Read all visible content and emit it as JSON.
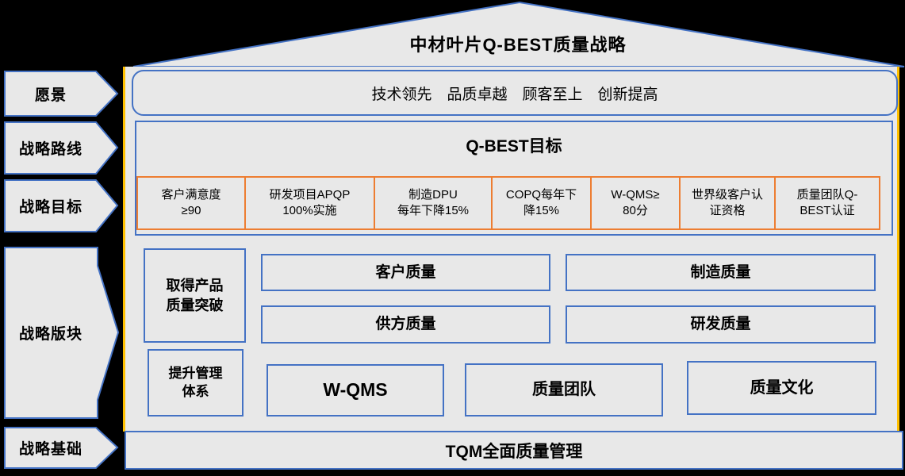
{
  "title": "中材叶片Q-BEST质量战略",
  "sidebar": {
    "items": [
      {
        "label": "愿景"
      },
      {
        "label": "战略路线"
      },
      {
        "label": "战略目标"
      },
      {
        "label": "战略版块"
      },
      {
        "label": "战略基础"
      }
    ]
  },
  "vision": {
    "text": "技术领先　品质卓越　顾客至上　创新提高"
  },
  "goals": {
    "title": "Q-BEST目标",
    "items": [
      {
        "text": "客户满意度\n≥90"
      },
      {
        "text": "研发项目APQP\n100%实施"
      },
      {
        "text": "制造DPU\n每年下降15%"
      },
      {
        "text": "COPQ每年下\n降15%"
      },
      {
        "text": "W-QMS≥\n80分"
      },
      {
        "text": "世界级客户认\n证资格"
      },
      {
        "text": "质量团队Q-\nBEST认证"
      }
    ]
  },
  "blocks": {
    "breakthrough": "取得产品\n质量突破",
    "customer": "客户质量",
    "manufacturing": "制造质量",
    "supplier": "供方质量",
    "rnd": "研发质量",
    "mgmt_system": "提升管理\n体系",
    "wqms": "W-QMS",
    "team": "质量团队",
    "culture": "质量文化"
  },
  "foundation": {
    "label": "TQM全面质量管理"
  },
  "colors": {
    "background": "#000000",
    "shape_fill": "#E8E8E8",
    "blue_border": "#4472C4",
    "gold_border": "#FFC000",
    "orange_border": "#ED7D31",
    "text": "#000000"
  }
}
